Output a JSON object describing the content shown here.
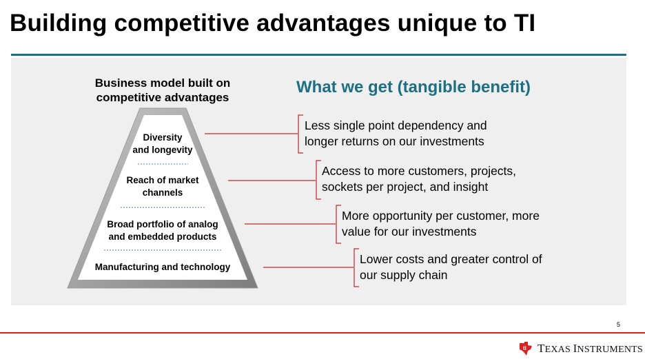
{
  "slide": {
    "title": "Building competitive advantages unique to TI",
    "page_number": "5"
  },
  "pyramid": {
    "heading_line1": "Business model built on",
    "heading_line2": "competitive advantages",
    "layers": [
      {
        "line1": "Diversity",
        "line2": "and longevity"
      },
      {
        "line1": "Reach of market",
        "line2": "channels"
      },
      {
        "line1": "Broad portfolio of analog",
        "line2": "and embedded products"
      },
      {
        "line1": "Manufacturing and technology",
        "line2": ""
      }
    ]
  },
  "benefits": {
    "heading": "What we get (tangible benefit)",
    "items": [
      {
        "line1": "Less single point dependency and",
        "line2": "longer returns on our investments"
      },
      {
        "line1": "Access to more customers, projects,",
        "line2": "sockets per project, and insight"
      },
      {
        "line1": "More opportunity per customer, more",
        "line2": "value for our investments"
      },
      {
        "line1": "Lower costs and greater control of",
        "line2": "our supply chain"
      }
    ]
  },
  "footer": {
    "logo_icon": "ti-texas-logo-icon",
    "logo_text_T": "T",
    "logo_text_exas": "EXAS ",
    "logo_text_I": "I",
    "logo_text_nstruments": "NSTRUMENTS"
  },
  "colors": {
    "accent": "#1d6f84",
    "connector": "#c0272d",
    "footer_rule": "#d9221f"
  }
}
